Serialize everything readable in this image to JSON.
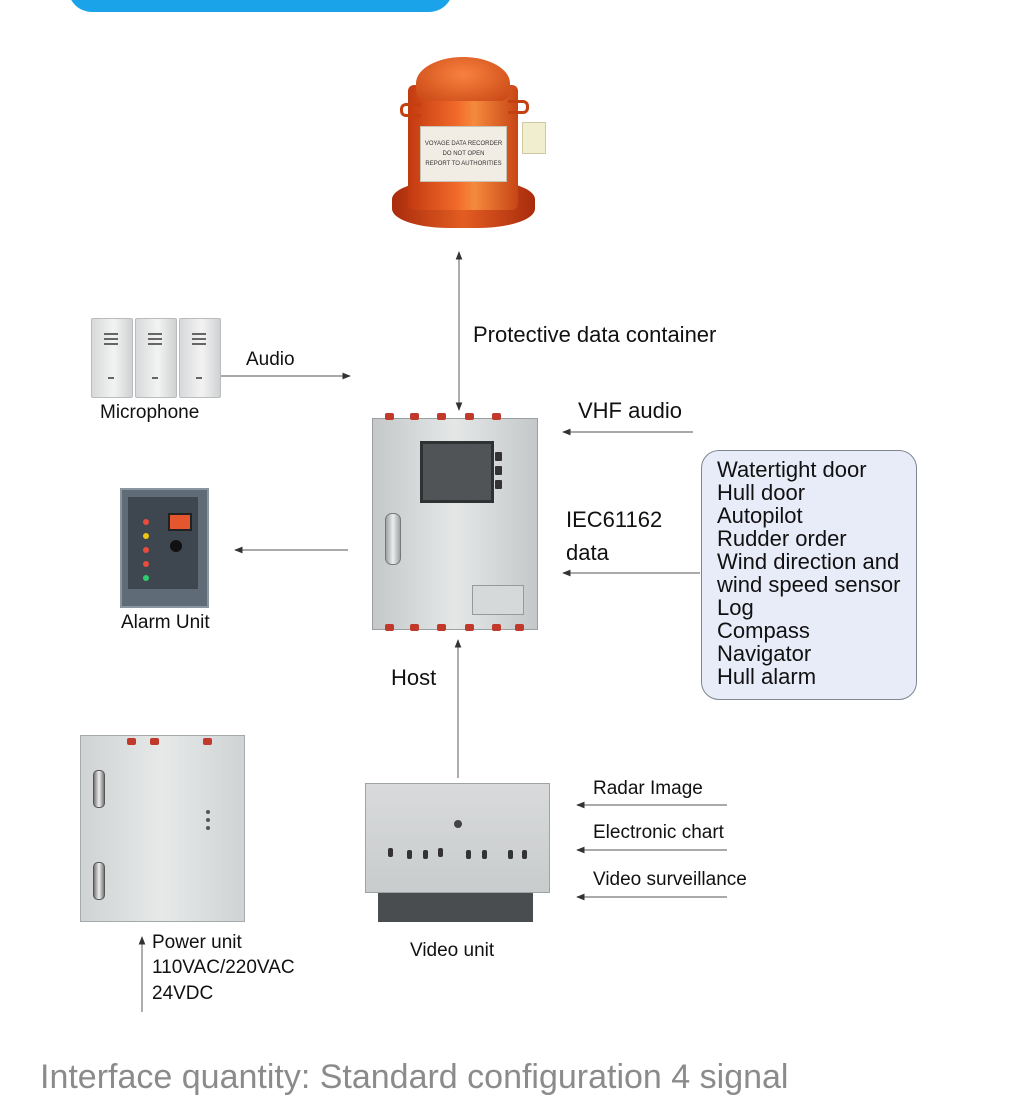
{
  "labels": {
    "protective_data_container": "Protective data container",
    "audio": "Audio",
    "microphone": "Microphone",
    "vhf_audio": "VHF audio",
    "iec_line1": "IEC61162",
    "iec_line2": "data",
    "alarm_unit": "Alarm Unit",
    "host": "Host",
    "power_unit_line1": "Power unit",
    "power_unit_line2": "110VAC/220VAC",
    "power_unit_line3": "24VDC",
    "video_unit": "Video unit",
    "radar_image": "Radar Image",
    "electronic_chart": "Electronic chart",
    "video_surveillance": "Video surveillance"
  },
  "signal_sources": [
    "Watertight door",
    "Hull door",
    "Autopilot",
    "Rudder order",
    "Wind direction and",
    "wind speed sensor",
    "Log",
    "Compass",
    "Navigator",
    "Hull alarm"
  ],
  "container_plate": [
    "VOYAGE DATA RECORDER",
    "DO NOT OPEN",
    "REPORT TO AUTHORITIES"
  ],
  "footer": "Interface quantity: Standard configuration 4 signal",
  "colors": {
    "banner": "#1aa3e8",
    "arrow": "#777777",
    "container_orange": "#f26a2a",
    "signal_box_fill": "#e8ecf8"
  }
}
